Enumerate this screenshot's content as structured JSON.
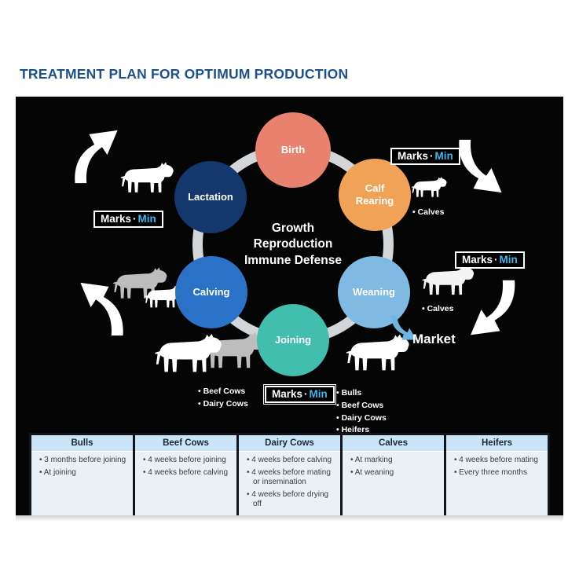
{
  "header": {
    "title": "TREATMENT PLAN FOR OPTIMUM PRODUCTION"
  },
  "theme": {
    "title_color": "#1C508F",
    "table_header_bg": "#C9E5F7",
    "table_body_bg": "#E9F0F6",
    "arrow_blue": "#6FB5E2"
  },
  "brand": {
    "marks": "Marks",
    "sep": "·",
    "min": "Min",
    "min_color": "#3EB7EC"
  },
  "cycle": {
    "center": [
      "Growth",
      "Reproduction",
      "Immune Defense"
    ],
    "stages": [
      {
        "label": "Birth",
        "color": "#E8826E"
      },
      {
        "label": "Calf Rearing",
        "color": "#F0A356"
      },
      {
        "label": "Weaning",
        "color": "#7FBAE3"
      },
      {
        "label": "Joining",
        "color": "#41BEAD"
      },
      {
        "label": "Calving",
        "color": "#2A72C8"
      },
      {
        "label": "Lactation",
        "color": "#14386E"
      }
    ],
    "market_label": "Market",
    "annotations": {
      "calves_top": [
        "Calves"
      ],
      "calves_right": [
        "Calves"
      ],
      "joining_left": [
        "Beef Cows",
        "Dairy Cows"
      ],
      "joining_right": [
        "Bulls",
        "Beef Cows",
        "Dairy Cows",
        "Heifers"
      ]
    }
  },
  "table": {
    "columns": [
      {
        "header": "Bulls",
        "items": [
          "3 months before joining",
          "At joining"
        ]
      },
      {
        "header": "Beef Cows",
        "items": [
          "4 weeks before joining",
          "4 weeks before calving"
        ]
      },
      {
        "header": "Dairy Cows",
        "items": [
          "4 weeks before calving",
          "4 weeks before mating or insemination",
          "4 weeks before drying off"
        ]
      },
      {
        "header": "Calves",
        "items": [
          "At marking",
          "At weaning"
        ]
      },
      {
        "header": "Heifers",
        "items": [
          "4 weeks before mating",
          "Every three months"
        ]
      }
    ]
  }
}
